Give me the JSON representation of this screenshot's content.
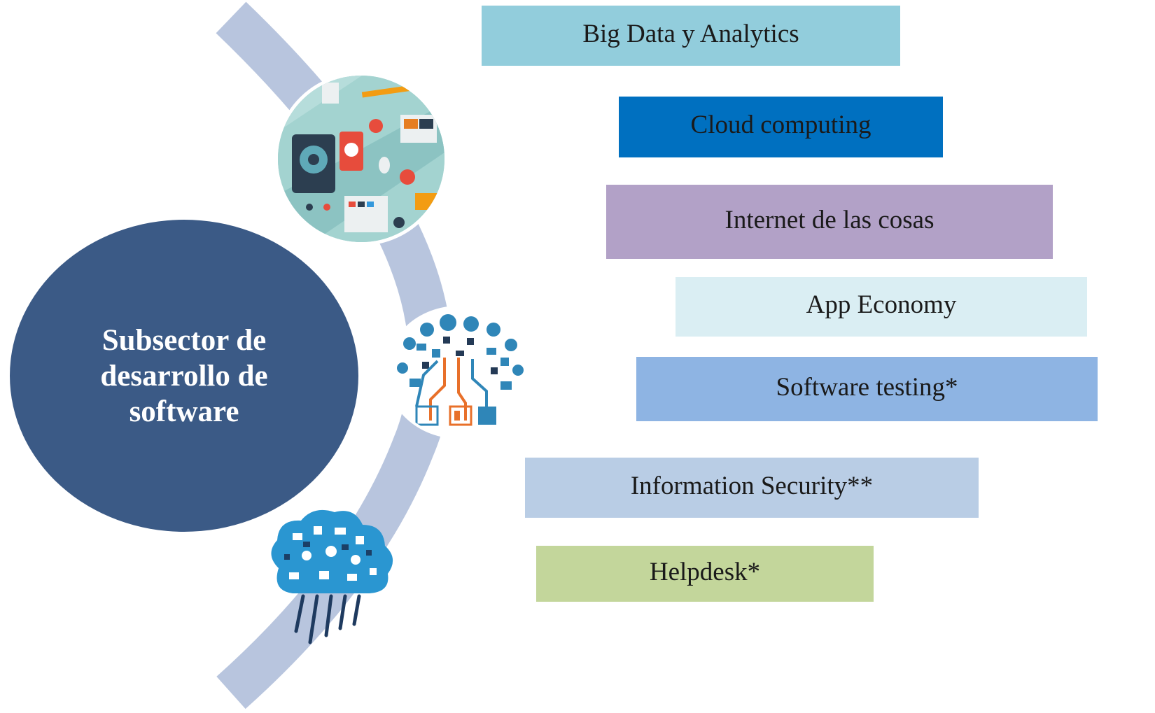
{
  "center": {
    "label": "Subsector de desarrollo de software",
    "color": "#3b5a86"
  },
  "arc_color": "#b8c5de",
  "items": [
    {
      "label": "Big Data y Analytics",
      "color": "#92cddc"
    },
    {
      "label": "Cloud computing",
      "color": "#0070c0"
    },
    {
      "label": "Internet de las cosas",
      "color": "#b2a1c7"
    },
    {
      "label": "App Economy",
      "color": "#daeef3"
    },
    {
      "label": "Software testing*",
      "color": "#8eb4e3"
    },
    {
      "label": "Information Security**",
      "color": "#b9cde5"
    },
    {
      "label": "Helpdesk*",
      "color": "#c3d69b"
    }
  ],
  "icons": [
    "devices-illustration-icon",
    "network-brain-illustration-icon",
    "media-cloud-illustration-icon"
  ]
}
